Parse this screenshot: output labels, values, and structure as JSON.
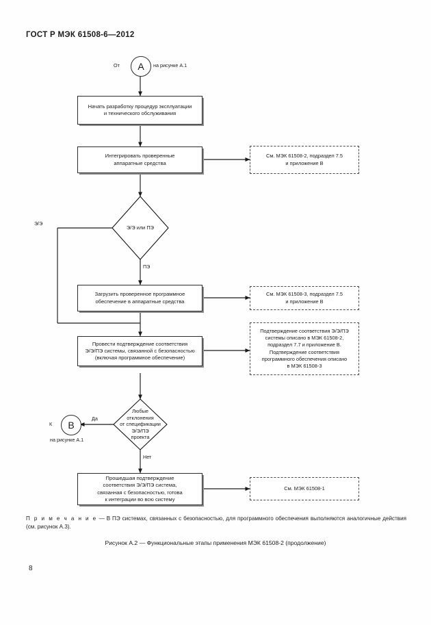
{
  "document": {
    "header": "ГОСТ Р МЭК 61508-6—2012",
    "page_number": "8"
  },
  "flowchart": {
    "entry": {
      "prefix": "От",
      "connector": "A",
      "suffix": "на рисунке А.1"
    },
    "exit": {
      "prefix": "К",
      "connector": "B",
      "suffix": "на рисунке А.1"
    },
    "nodes": [
      {
        "id": "start-maintenance",
        "text": "Начать разработку процедур эксплуатации\nи технического обслуживания"
      },
      {
        "id": "integrate-hardware",
        "text": "Интегрировать проверенные\nаппаратные средства"
      },
      {
        "id": "load-software",
        "text": "Загрузить проверенное программное\nобеспечение в аппаратные средства"
      },
      {
        "id": "validate-system",
        "text": "Провести подтверждение соответствия\nЭ/Э/ПЭ системы, связанной с безопасностью\n(включая программное обеспечение)"
      },
      {
        "id": "system-ready",
        "text": "Прошедшая подтверждение\nсоответствия Э/Э/ПЭ система,\nсвязанная с безопасностью, готова\nк интеграции во всю систему"
      }
    ],
    "decisions": [
      {
        "id": "ee-or-pe",
        "text": "Э/Э или ПЭ",
        "branch_left": "Э/Э",
        "branch_down": "ПЭ"
      },
      {
        "id": "any-deviations",
        "text": "Любые\nотклонения\nот спецификации\nЭ/Э/ПЭ\nпроекта",
        "branch_left": "Да",
        "branch_down": "Нет"
      }
    ],
    "notes": [
      {
        "id": "note-iec-61508-2",
        "text": "См. МЭК 61508-2, подраздел 7.5\nи приложение В"
      },
      {
        "id": "note-iec-61508-3",
        "text": "См. МЭК 61508-3, подраздел 7.5\nи приложение В"
      },
      {
        "id": "note-validation",
        "text": "Подтверждение соответствия Э/Э/ПЭ\nсистемы описано в МЭК 61508-2,\nподраздел 7.7 и приложение В.\nПодтверждение соответствия\nпрограммного обеспечения описано\nв МЭК 61508-3"
      },
      {
        "id": "note-iec-61508-1",
        "text": "См. МЭК 61508-1"
      }
    ]
  },
  "footnote": {
    "lead": "П р и м е ч а н и е",
    "body": " — В ПЭ системах, связанных с безопасностью, для программного обеспечения выполняются аналогичные действия (см. рисунок А.3)."
  },
  "caption": "Рисунок А.2 — Функциональные этапы применения МЭК 61508-2 (продолжение)"
}
